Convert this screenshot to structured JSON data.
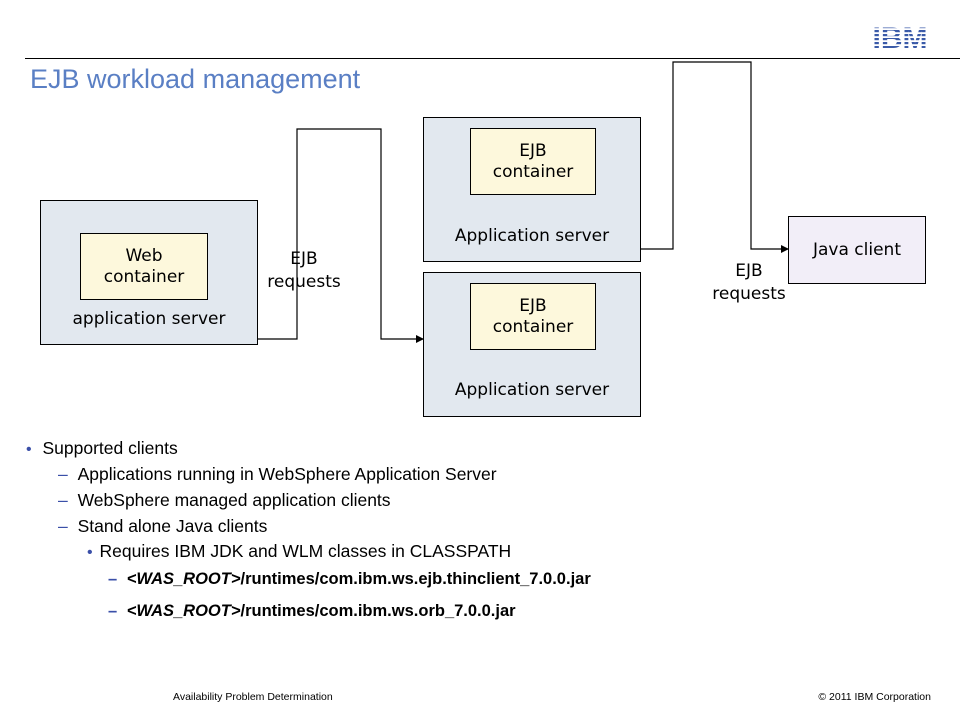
{
  "header": {
    "title": "EJB workload management",
    "logo_text": "IBM"
  },
  "diagram": {
    "web_server": {
      "container_label": "Web\ncontainer",
      "server_label": "application server"
    },
    "ejb_server_top": {
      "container_label": "EJB\ncontainer",
      "server_label": "Application server"
    },
    "ejb_server_bottom": {
      "container_label": "EJB\ncontainer",
      "server_label": "Application server"
    },
    "java_client": "Java client",
    "ejb_requests_left": "EJB\nrequests",
    "ejb_requests_right": "EJB\nrequests"
  },
  "bullets": {
    "level1": "Supported clients",
    "level2": [
      "Applications running in WebSphere Application Server",
      "WebSphere managed application clients",
      "Stand alone Java clients"
    ],
    "level3": "Requires IBM JDK and WLM classes in CLASSPATH",
    "jars": [
      {
        "root": "<WAS_ROOT>",
        "path": "/runtimes/com.ibm.ws.ejb.thinclient_7.0.0.jar"
      },
      {
        "root": "<WAS_ROOT>",
        "path": "/runtimes/com.ibm.ws.orb_7.0.0.jar"
      }
    ]
  },
  "footer": {
    "left": "Availability Problem Determination",
    "right": "© 2011 IBM Corporation"
  },
  "colors": {
    "title": "#5a7fc4",
    "server_fill": "#e2e8ef",
    "container_fill": "#fdf8dc",
    "client_fill": "#f2eef8",
    "logo": "#3a5aa8"
  }
}
